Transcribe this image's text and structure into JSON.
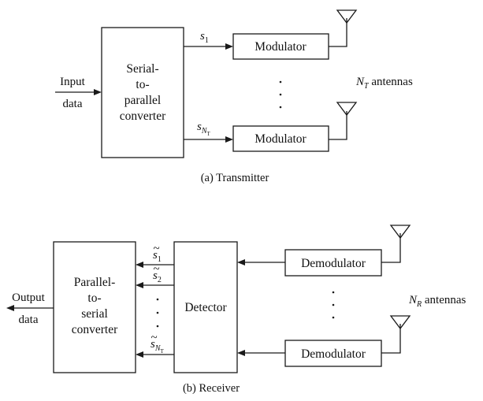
{
  "transmitter": {
    "input_label": [
      "Input",
      "data"
    ],
    "converter_label": [
      "Serial-",
      "to-",
      "parallel",
      "converter"
    ],
    "modulators": [
      {
        "label": "Modulator",
        "signal": {
          "base": "s",
          "sub": "1",
          "subsub": ""
        }
      },
      {
        "label": "Modulator",
        "signal": {
          "base": "s",
          "sub": "N",
          "subsub": "T"
        }
      }
    ],
    "antennas_label": {
      "n": "N",
      "sub": "T",
      "suffix": " antennas"
    },
    "caption": "(a) Transmitter"
  },
  "receiver": {
    "output_label": [
      "Output",
      "data"
    ],
    "converter_label": [
      "Parallel-",
      "to-",
      "serial",
      "converter"
    ],
    "detector_label": "Detector",
    "demodulators": [
      {
        "label": "Demodulator"
      },
      {
        "label": "Demodulator"
      }
    ],
    "signals": [
      {
        "base": "s",
        "sub": "1",
        "subsub": ""
      },
      {
        "base": "s",
        "sub": "2",
        "subsub": ""
      },
      {
        "base": "s",
        "sub": "N",
        "subsub": "T"
      }
    ],
    "antennas_label": {
      "n": "N",
      "sub": "R",
      "suffix": " antennas"
    },
    "caption": "(b) Receiver"
  }
}
